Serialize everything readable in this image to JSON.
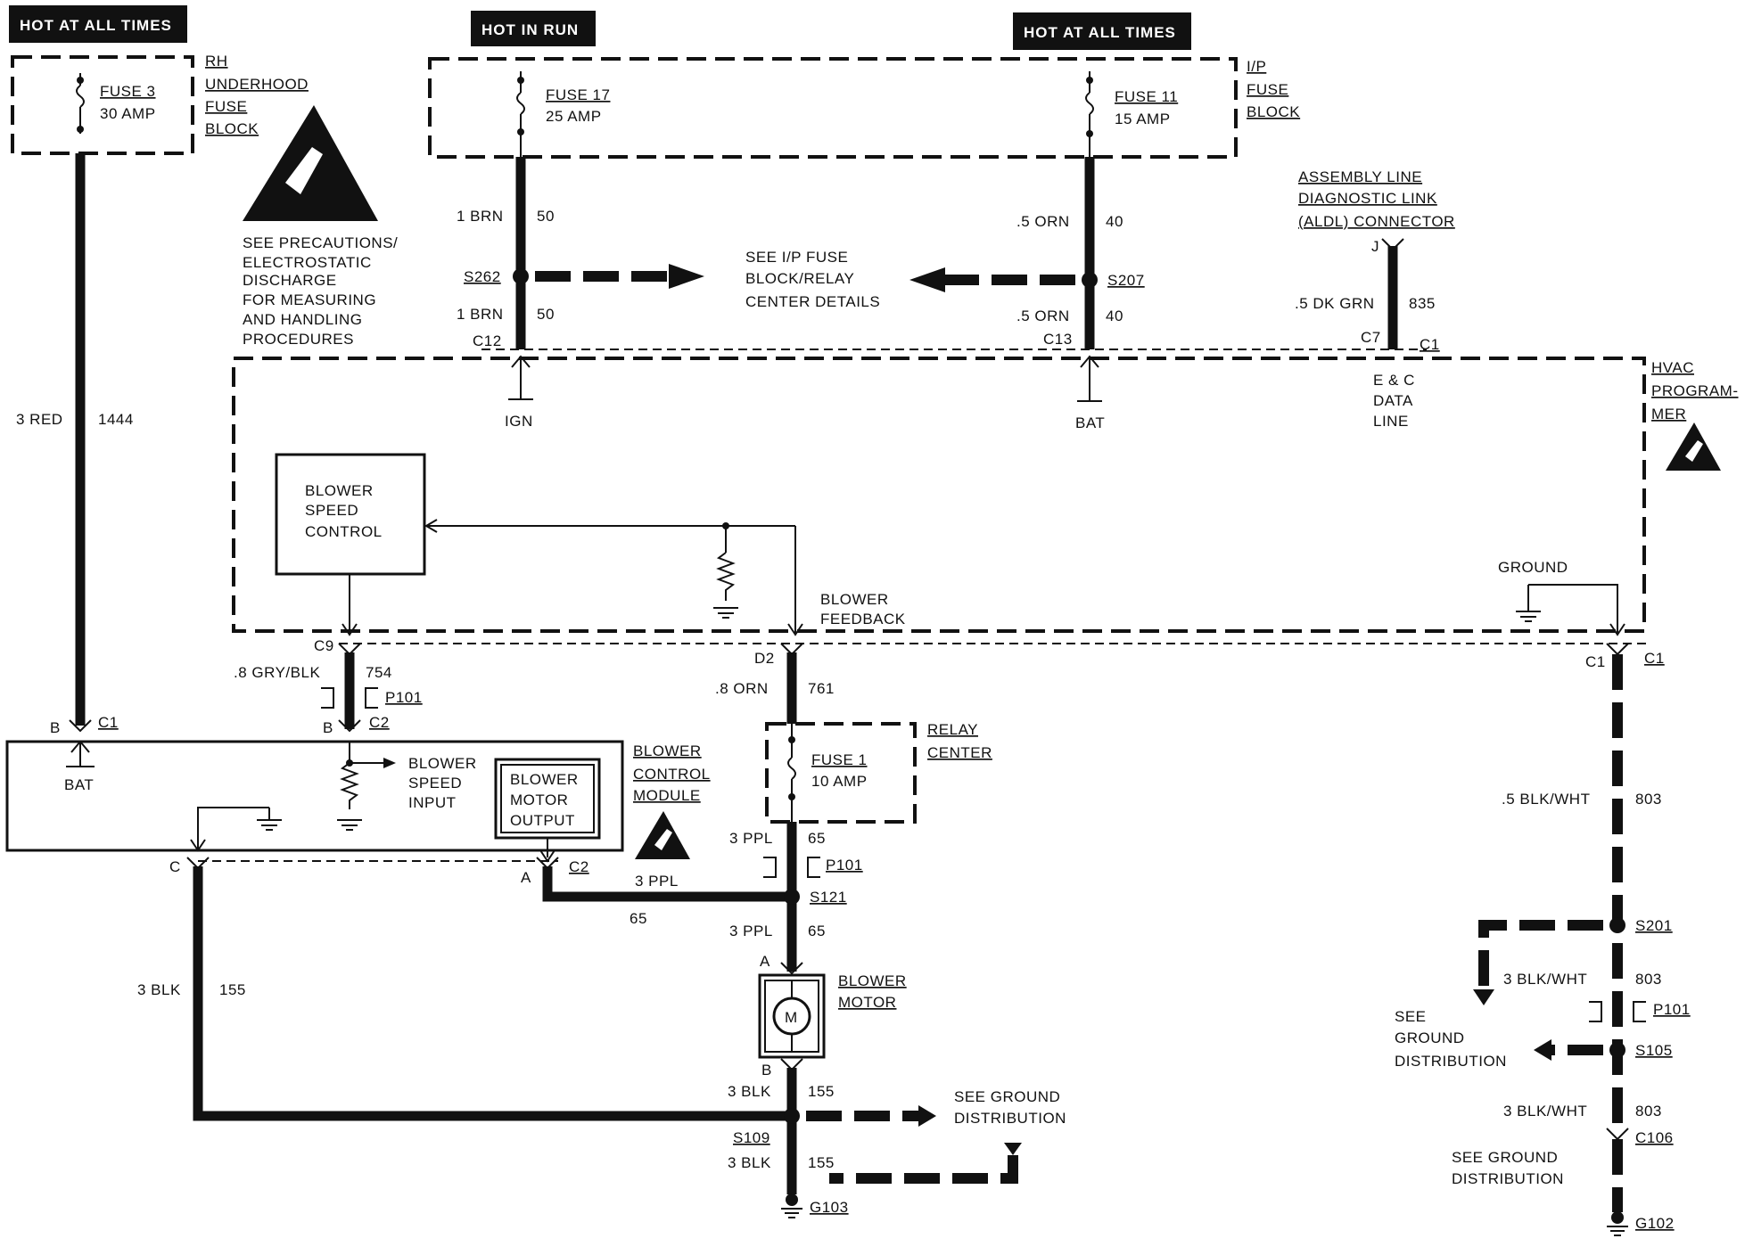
{
  "headers": {
    "hot_always_left": "HOT AT ALL TIMES",
    "hot_in_run": "HOT IN RUN",
    "hot_always_right": "HOT AT ALL TIMES"
  },
  "fuses": {
    "fuse3_name": "FUSE 3",
    "fuse3_rating": "30 AMP",
    "fuse17_name": "FUSE 17",
    "fuse17_rating": "25 AMP",
    "fuse11_name": "FUSE 11",
    "fuse11_rating": "15 AMP",
    "fuse1_name": "FUSE 1",
    "fuse1_rating": "10 AMP"
  },
  "blocks": {
    "rh_fuse_block": [
      "RH",
      "UNDERHOOD",
      "FUSE",
      "BLOCK"
    ],
    "ip_fuse_block": [
      "I/P",
      "FUSE",
      "BLOCK"
    ],
    "aldl": [
      "ASSEMBLY LINE",
      "DIAGNOSTIC LINK",
      "(ALDL) CONNECTOR"
    ],
    "hvac": [
      "HVAC",
      "PROGRAM-",
      "MER"
    ],
    "relay_center": [
      "RELAY",
      "CENTER"
    ],
    "blower_control_module": [
      "BLOWER",
      "CONTROL",
      "MODULE"
    ],
    "blower_motor": [
      "BLOWER",
      "MOTOR"
    ]
  },
  "notes": {
    "esd": [
      "SEE PRECAUTIONS/",
      "ELECTROSTATIC",
      "DISCHARGE",
      "FOR MEASURING",
      "AND HANDLING",
      "PROCEDURES"
    ],
    "ip_fuse_details": [
      "SEE I/P FUSE",
      "BLOCK/RELAY",
      "CENTER DETAILS"
    ],
    "ground_dist_center": [
      "SEE GROUND",
      "DISTRIBUTION"
    ],
    "ground_dist_right1": [
      "SEE",
      "GROUND",
      "DISTRIBUTION"
    ],
    "ground_dist_right2": [
      "SEE GROUND",
      "DISTRIBUTION"
    ]
  },
  "internal": {
    "blower_speed_control": [
      "BLOWER",
      "SPEED",
      "CONTROL"
    ],
    "blower_feedback": [
      "BLOWER",
      "FEEDBACK"
    ],
    "ground": "GROUND",
    "ign": "IGN",
    "bat_top": "BAT",
    "ec_data_line": [
      "E & C",
      "DATA",
      "LINE"
    ],
    "bat_module": "BAT",
    "blower_speed_input": [
      "BLOWER",
      "SPEED",
      "INPUT"
    ],
    "blower_motor_output": [
      "BLOWER",
      "MOTOR",
      "OUTPUT"
    ],
    "motor_symbol": "M"
  },
  "wires": {
    "w1444_color": "3 RED",
    "w1444_num": "1444",
    "w50a_color": "1 BRN",
    "w50a_num": "50",
    "w50b_color": "1 BRN",
    "w50b_num": "50",
    "w40a_color": ".5 ORN",
    "w40a_num": "40",
    "w40b_color": ".5 ORN",
    "w40b_num": "40",
    "w835_color": ".5 DK GRN",
    "w835_num": "835",
    "w754_color": ".8 GRY/BLK",
    "w754_num": "754",
    "w761_color": ".8 ORN",
    "w761_num": "761",
    "w65a_color": "3 PPL",
    "w65a_num": "65",
    "w65b_color": "3 PPL",
    "w65b_num": "65",
    "w65c_color": "3 PPL",
    "w65c_num": "65",
    "w155a_color": "3 BLK",
    "w155a_num": "155",
    "w155b_color": "3 BLK",
    "w155b_num": "155",
    "w155c_color": "3 BLK",
    "w155c_num": "155",
    "w803a_color": ".5 BLK/WHT",
    "w803a_num": "803",
    "w803b_color": "3 BLK/WHT",
    "w803b_num": "803",
    "w803c_color": "3 BLK/WHT",
    "w803c_num": "803"
  },
  "connectors": {
    "s262": "S262",
    "s207": "S207",
    "c12": "C12",
    "c13": "C13",
    "c7": "C7",
    "c1_top": "C1",
    "j": "J",
    "c9": "C9",
    "d2": "D2",
    "c1_right_pin": "C1",
    "c1_right": "C1",
    "b_left": "B",
    "c1_left": "C1",
    "b_c2": "B",
    "c2_top": "C2",
    "p101_a": "P101",
    "p101_b": "P101",
    "p101_c": "P101",
    "c_pin": "C",
    "a_pin": "A",
    "c2_bottom": "C2",
    "s121": "S121",
    "motor_a": "A",
    "motor_b": "B",
    "s109": "S109",
    "g103": "G103",
    "s201": "S201",
    "s105": "S105",
    "c106": "C106",
    "g102": "G102"
  }
}
